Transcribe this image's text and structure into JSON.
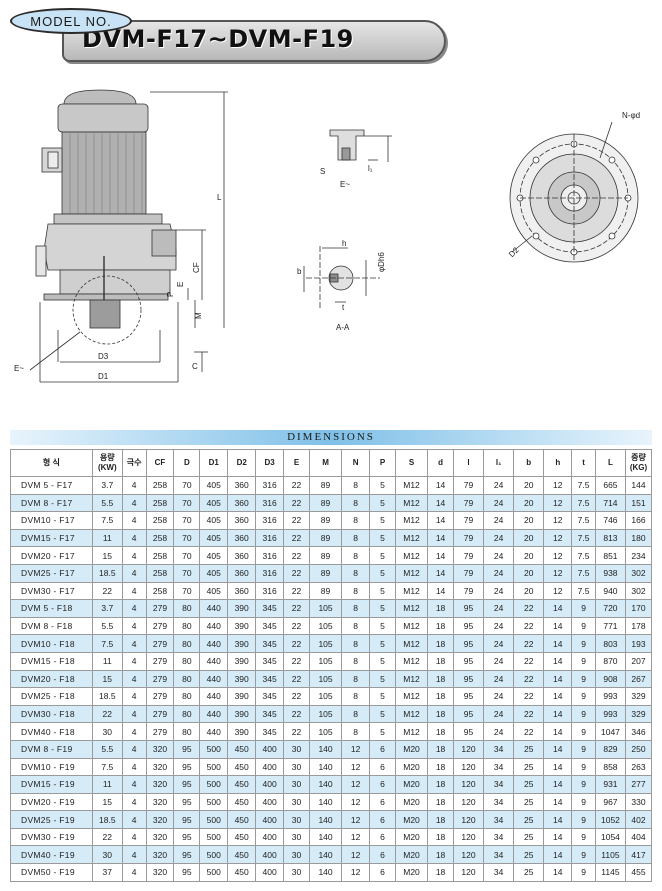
{
  "header": {
    "model_badge": "MODEL NO.",
    "title": "DVM-F17~DVM-F19"
  },
  "drawing_labels": {
    "L": "L",
    "CF": "CF",
    "E": "E",
    "P": "P",
    "M": "M",
    "C": "C",
    "D3": "D3",
    "D1": "D1",
    "E_detail": "E~",
    "S": "S",
    "E_small": "E~",
    "l1": "l₁",
    "h": "h",
    "b": "b",
    "dDh6": "φDh6",
    "t": "t",
    "AA": "A-A",
    "N_od": "N-φd",
    "D2": "D2"
  },
  "table": {
    "section_title": "DIMENSIONS",
    "headers": [
      "형 식",
      "용량\n(KW)",
      "극수",
      "CF",
      "D",
      "D1",
      "D2",
      "D3",
      "E",
      "M",
      "N",
      "P",
      "S",
      "d",
      "l",
      "l₁",
      "b",
      "h",
      "t",
      "L",
      "중량\n(KG)"
    ],
    "rows": [
      [
        "DVM  5 - F17",
        "3.7",
        "4",
        "258",
        "70",
        "405",
        "360",
        "316",
        "22",
        "89",
        "8",
        "5",
        "M12",
        "14",
        "79",
        "24",
        "20",
        "12",
        "7.5",
        "665",
        "144"
      ],
      [
        "DVM  8 - F17",
        "5.5",
        "4",
        "258",
        "70",
        "405",
        "360",
        "316",
        "22",
        "89",
        "8",
        "5",
        "M12",
        "14",
        "79",
        "24",
        "20",
        "12",
        "7.5",
        "714",
        "151"
      ],
      [
        "DVM10 - F17",
        "7.5",
        "4",
        "258",
        "70",
        "405",
        "360",
        "316",
        "22",
        "89",
        "8",
        "5",
        "M12",
        "14",
        "79",
        "24",
        "20",
        "12",
        "7.5",
        "746",
        "166"
      ],
      [
        "DVM15 - F17",
        "11",
        "4",
        "258",
        "70",
        "405",
        "360",
        "316",
        "22",
        "89",
        "8",
        "5",
        "M12",
        "14",
        "79",
        "24",
        "20",
        "12",
        "7.5",
        "813",
        "180"
      ],
      [
        "DVM20 - F17",
        "15",
        "4",
        "258",
        "70",
        "405",
        "360",
        "316",
        "22",
        "89",
        "8",
        "5",
        "M12",
        "14",
        "79",
        "24",
        "20",
        "12",
        "7.5",
        "851",
        "234"
      ],
      [
        "DVM25 - F17",
        "18.5",
        "4",
        "258",
        "70",
        "405",
        "360",
        "316",
        "22",
        "89",
        "8",
        "5",
        "M12",
        "14",
        "79",
        "24",
        "20",
        "12",
        "7.5",
        "938",
        "302"
      ],
      [
        "DVM30 - F17",
        "22",
        "4",
        "258",
        "70",
        "405",
        "360",
        "316",
        "22",
        "89",
        "8",
        "5",
        "M12",
        "14",
        "79",
        "24",
        "20",
        "12",
        "7.5",
        "940",
        "302"
      ],
      [
        "DVM  5 - F18",
        "3.7",
        "4",
        "279",
        "80",
        "440",
        "390",
        "345",
        "22",
        "105",
        "8",
        "5",
        "M12",
        "18",
        "95",
        "24",
        "22",
        "14",
        "9",
        "720",
        "170"
      ],
      [
        "DVM  8 - F18",
        "5.5",
        "4",
        "279",
        "80",
        "440",
        "390",
        "345",
        "22",
        "105",
        "8",
        "5",
        "M12",
        "18",
        "95",
        "24",
        "22",
        "14",
        "9",
        "771",
        "178"
      ],
      [
        "DVM10 - F18",
        "7.5",
        "4",
        "279",
        "80",
        "440",
        "390",
        "345",
        "22",
        "105",
        "8",
        "5",
        "M12",
        "18",
        "95",
        "24",
        "22",
        "14",
        "9",
        "803",
        "193"
      ],
      [
        "DVM15 - F18",
        "11",
        "4",
        "279",
        "80",
        "440",
        "390",
        "345",
        "22",
        "105",
        "8",
        "5",
        "M12",
        "18",
        "95",
        "24",
        "22",
        "14",
        "9",
        "870",
        "207"
      ],
      [
        "DVM20 - F18",
        "15",
        "4",
        "279",
        "80",
        "440",
        "390",
        "345",
        "22",
        "105",
        "8",
        "5",
        "M12",
        "18",
        "95",
        "24",
        "22",
        "14",
        "9",
        "908",
        "267"
      ],
      [
        "DVM25 - F18",
        "18.5",
        "4",
        "279",
        "80",
        "440",
        "390",
        "345",
        "22",
        "105",
        "8",
        "5",
        "M12",
        "18",
        "95",
        "24",
        "22",
        "14",
        "9",
        "993",
        "329"
      ],
      [
        "DVM30 - F18",
        "22",
        "4",
        "279",
        "80",
        "440",
        "390",
        "345",
        "22",
        "105",
        "8",
        "5",
        "M12",
        "18",
        "95",
        "24",
        "22",
        "14",
        "9",
        "993",
        "329"
      ],
      [
        "DVM40 - F18",
        "30",
        "4",
        "279",
        "80",
        "440",
        "390",
        "345",
        "22",
        "105",
        "8",
        "5",
        "M12",
        "18",
        "95",
        "24",
        "22",
        "14",
        "9",
        "1047",
        "346"
      ],
      [
        "DVM  8 - F19",
        "5.5",
        "4",
        "320",
        "95",
        "500",
        "450",
        "400",
        "30",
        "140",
        "12",
        "6",
        "M20",
        "18",
        "120",
        "34",
        "25",
        "14",
        "9",
        "829",
        "250"
      ],
      [
        "DVM10 - F19",
        "7.5",
        "4",
        "320",
        "95",
        "500",
        "450",
        "400",
        "30",
        "140",
        "12",
        "6",
        "M20",
        "18",
        "120",
        "34",
        "25",
        "14",
        "9",
        "858",
        "263"
      ],
      [
        "DVM15 - F19",
        "11",
        "4",
        "320",
        "95",
        "500",
        "450",
        "400",
        "30",
        "140",
        "12",
        "6",
        "M20",
        "18",
        "120",
        "34",
        "25",
        "14",
        "9",
        "931",
        "277"
      ],
      [
        "DVM20 - F19",
        "15",
        "4",
        "320",
        "95",
        "500",
        "450",
        "400",
        "30",
        "140",
        "12",
        "6",
        "M20",
        "18",
        "120",
        "34",
        "25",
        "14",
        "9",
        "967",
        "330"
      ],
      [
        "DVM25 - F19",
        "18.5",
        "4",
        "320",
        "95",
        "500",
        "450",
        "400",
        "30",
        "140",
        "12",
        "6",
        "M20",
        "18",
        "120",
        "34",
        "25",
        "14",
        "9",
        "1052",
        "402"
      ],
      [
        "DVM30 - F19",
        "22",
        "4",
        "320",
        "95",
        "500",
        "450",
        "400",
        "30",
        "140",
        "12",
        "6",
        "M20",
        "18",
        "120",
        "34",
        "25",
        "14",
        "9",
        "1054",
        "404"
      ],
      [
        "DVM40 - F19",
        "30",
        "4",
        "320",
        "95",
        "500",
        "450",
        "400",
        "30",
        "140",
        "12",
        "6",
        "M20",
        "18",
        "120",
        "34",
        "25",
        "14",
        "9",
        "1105",
        "417"
      ],
      [
        "DVM50 - F19",
        "37",
        "4",
        "320",
        "95",
        "500",
        "450",
        "400",
        "30",
        "140",
        "12",
        "6",
        "M20",
        "18",
        "120",
        "34",
        "25",
        "14",
        "9",
        "1145",
        "455"
      ]
    ]
  },
  "colors": {
    "row_alt": "#d5ecf8",
    "header_band": "#7fc0e8",
    "badge": "#c9e3f6"
  }
}
